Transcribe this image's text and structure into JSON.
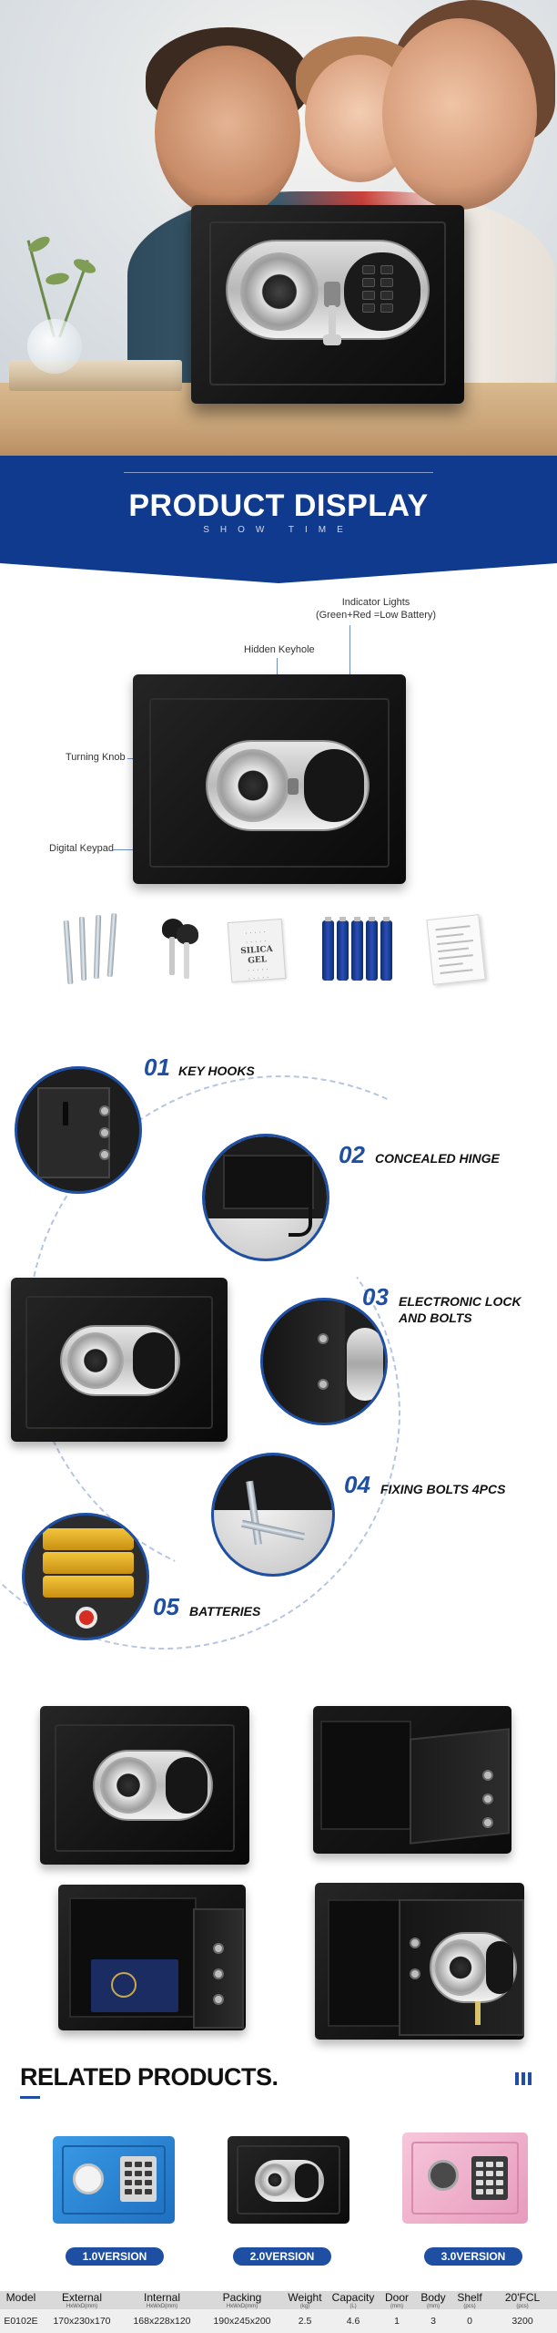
{
  "banner": {
    "title": "PRODUCT DISPLAY",
    "subtitle": "SHOW TIME"
  },
  "diagram": {
    "callouts": {
      "indicator": "Indicator Lights\n(Green+Red =Low Battery)",
      "keyhole": "Hidden Keyhole",
      "knob": "Turning Knob",
      "keypad": "Digital Keypad"
    },
    "silica_text": "SILICA GEL"
  },
  "features": [
    {
      "num": "01",
      "label": "KEY HOOKS"
    },
    {
      "num": "02",
      "label": "CONCEALED HINGE"
    },
    {
      "num": "03",
      "label": "ELECTRONIC LOCK\nAND BOLTS"
    },
    {
      "num": "04",
      "label": "FIXING BOLTS 4PCS"
    },
    {
      "num": "05",
      "label": "BATTERIES"
    }
  ],
  "related": {
    "title": "RELATED PRODUCTS.",
    "versions": [
      "1.0VERSION",
      "2.0VERSION",
      "3.0VERSION"
    ]
  },
  "colors": {
    "brand_blue": "#1e4fa3",
    "banner_blue": "#0f3a8e",
    "version_blue_safe": "#2f88d8",
    "version_black_safe": "#151515",
    "version_pink_safe": "#f2b6cf"
  },
  "spec_table": {
    "headers": [
      {
        "label": "Model",
        "unit": ""
      },
      {
        "label": "External",
        "unit": "HxWxD(mm)"
      },
      {
        "label": "Internal",
        "unit": "HxWxD(mm)"
      },
      {
        "label": "Packing",
        "unit": "HxWxD(mm)"
      },
      {
        "label": "Weight",
        "unit": "(kg)"
      },
      {
        "label": "Capacity",
        "unit": "(L)"
      },
      {
        "label": "Door",
        "unit": "(mm)"
      },
      {
        "label": "Body",
        "unit": "(mm)"
      },
      {
        "label": "Shelf",
        "unit": "(pcs)"
      },
      {
        "label": "20'FCL",
        "unit": "(pcs)"
      }
    ],
    "rows": [
      [
        "E0102E",
        "170x230x170",
        "168x228x120",
        "190x245x200",
        "2.5",
        "4.6",
        "1",
        "3",
        "0",
        "3200"
      ]
    ]
  }
}
